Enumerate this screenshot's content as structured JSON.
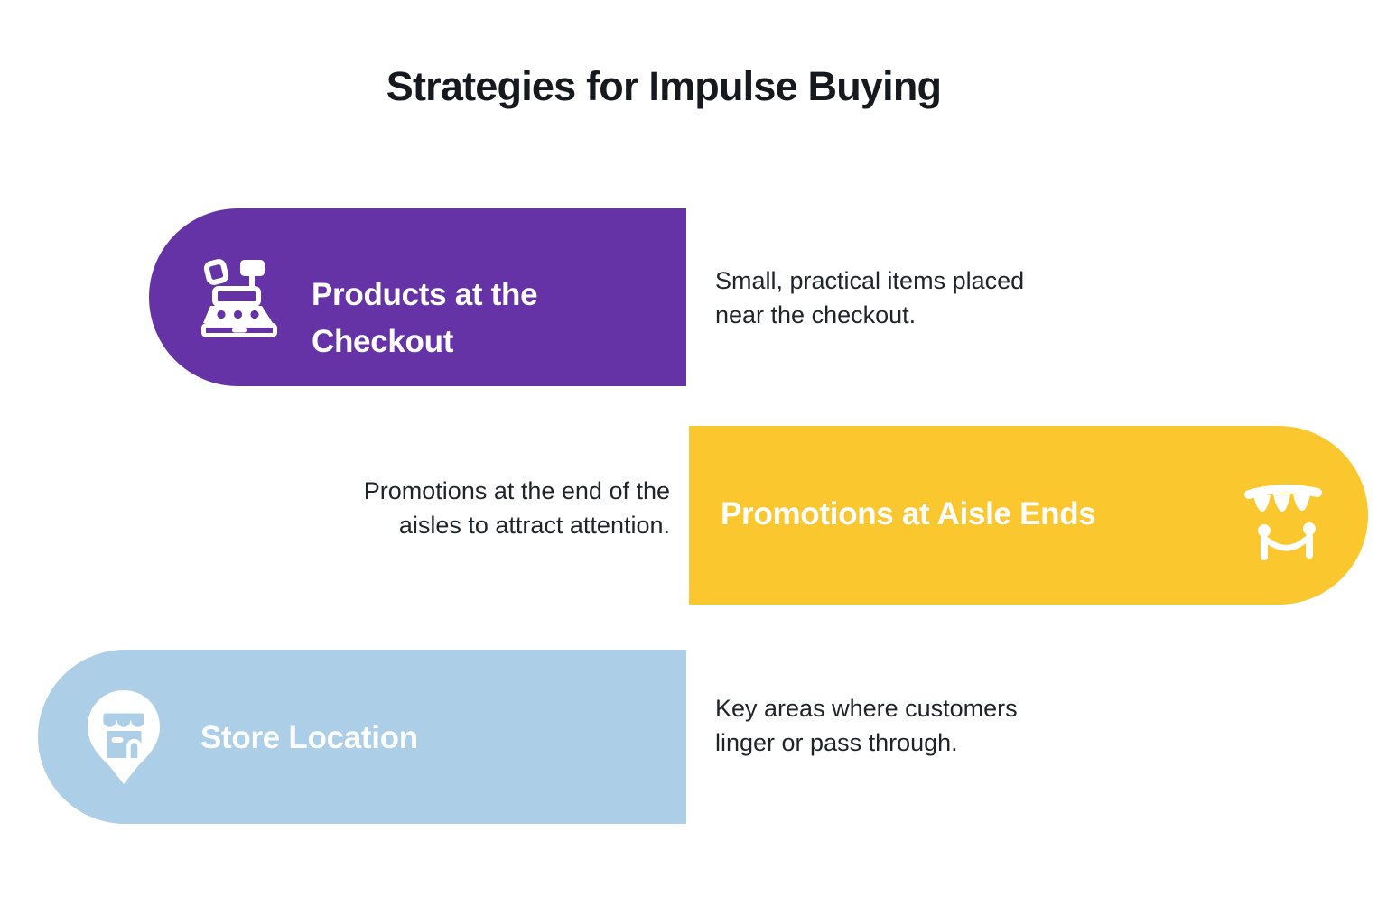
{
  "title": "Strategies for Impulse Buying",
  "colors": {
    "purple": "#6633A6",
    "yellow": "#FBC72F",
    "blue": "#ACCEE6",
    "text": "#1F242B",
    "label_text": "#FFFFFF",
    "background": "#FFFFFF"
  },
  "strategies": [
    {
      "label": "Products at the Checkout",
      "desc_lines": [
        "Small, practical items placed",
        "near the checkout."
      ],
      "color": "#6633A6",
      "icon": "cash-register-icon",
      "banner_side": "left"
    },
    {
      "label": "Promotions at Aisle Ends",
      "desc_lines": [
        "Promotions at the end of the",
        "aisles to attract attention."
      ],
      "color": "#FBC72F",
      "icon": "bunting-banner-icon",
      "banner_side": "right"
    },
    {
      "label": "Store Location",
      "desc_lines": [
        "Key areas where customers",
        "linger or pass through."
      ],
      "color": "#ACCEE6",
      "icon": "store-location-pin-icon",
      "banner_side": "left"
    }
  ]
}
